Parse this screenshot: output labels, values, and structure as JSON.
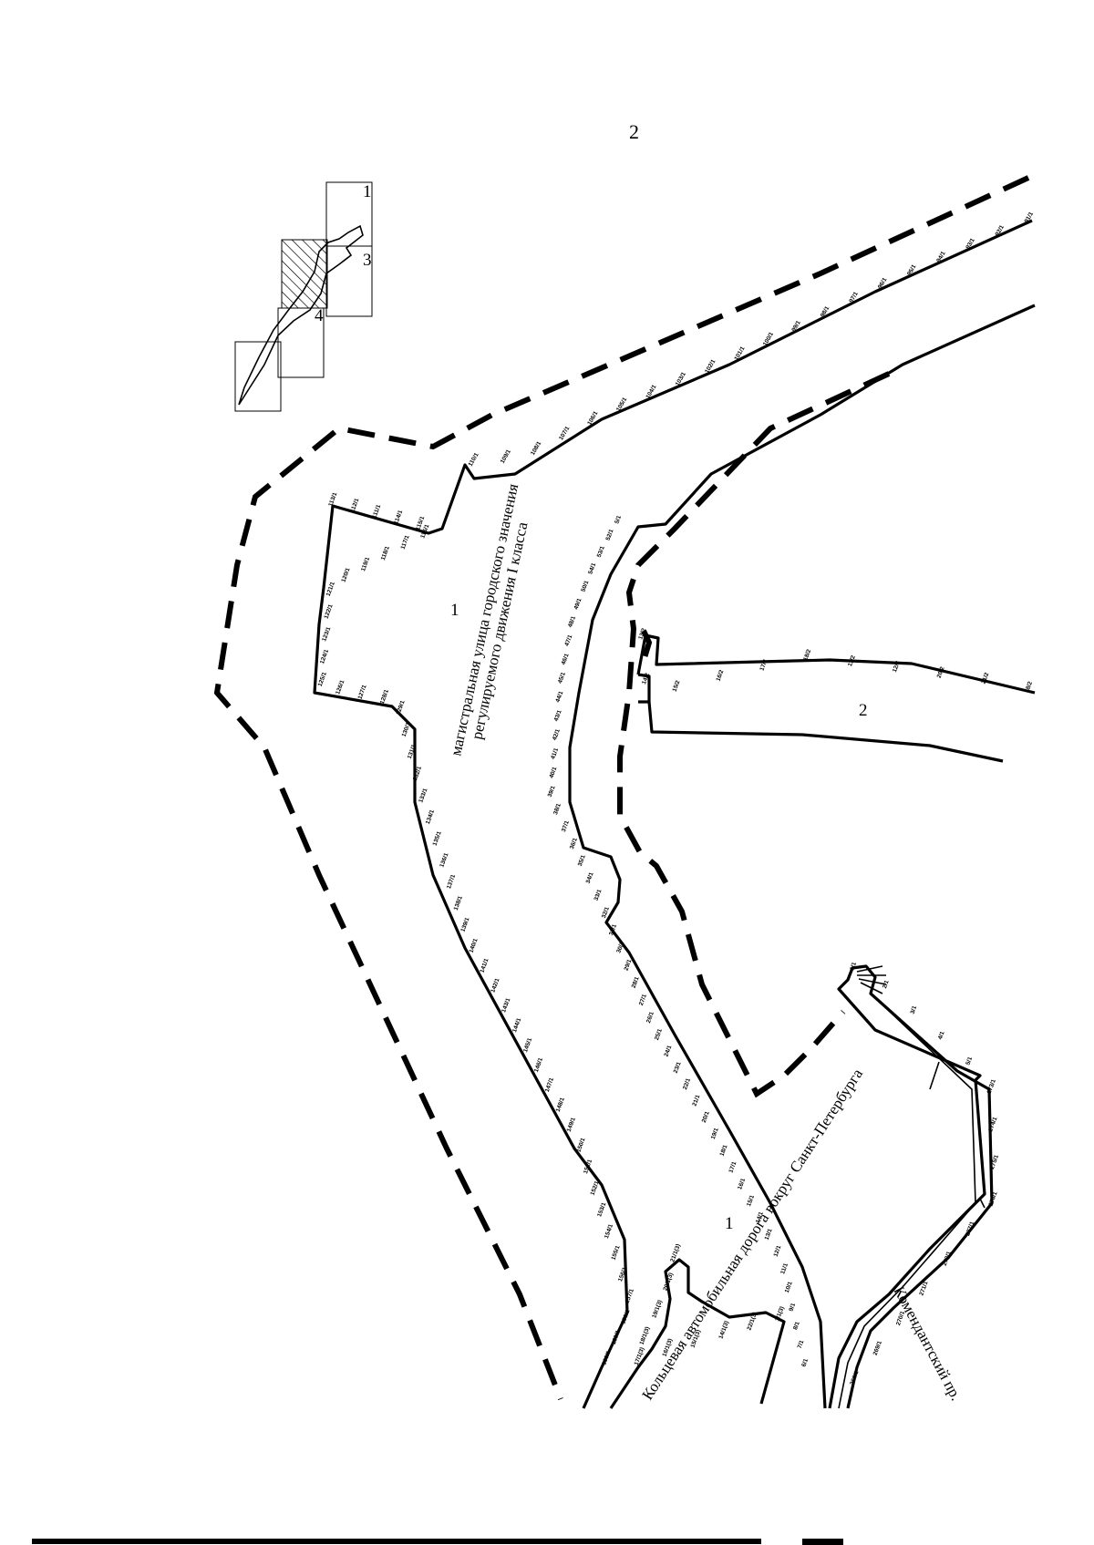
{
  "page": {
    "number": "2"
  },
  "index_map": {
    "sheet_labels": [
      "1",
      "3",
      "4"
    ]
  },
  "zones": [
    {
      "id": "zone-1-north",
      "label": "1"
    },
    {
      "id": "zone-2-east",
      "label": "2"
    },
    {
      "id": "zone-1-south",
      "label": "1"
    }
  ],
  "streets": {
    "arterial_line1": "магистральная улица городского значения",
    "arterial_line2": "регулируемого движения I класса",
    "ring_road": "Кольцевая автомобильная дорога вокруг Санкт-Петербурга",
    "komendantsky": "Комендантский пр."
  },
  "point_labels": {
    "left_edge": [
      "113/1",
      "112/1",
      "111/1",
      "114/1",
      "115/1",
      "116/1",
      "117/1",
      "118/1",
      "119/1",
      "120/1",
      "121/1",
      "122/1",
      "123/1",
      "124/1",
      "125/1",
      "126/1",
      "127/1",
      "128/1",
      "129/1",
      "130/1",
      "131/1",
      "132/1",
      "133/1",
      "134/1",
      "135/1",
      "136/1",
      "137/1",
      "138/1",
      "139/1",
      "140/1",
      "141/1",
      "142/1",
      "143/1",
      "144/1",
      "145/1",
      "146/1",
      "147/1",
      "148/1",
      "149/1",
      "150/1",
      "151/1",
      "152/1",
      "153/1",
      "154/1",
      "155/1",
      "156/1",
      "157/1",
      "158/1",
      "159/1",
      "160/1"
    ],
    "top_edge": [
      "110/1",
      "109/1",
      "108/1",
      "107/1",
      "106/1",
      "105/1",
      "104/1",
      "103/1",
      "102/1",
      "101/1",
      "100/1",
      "99/1",
      "98/1",
      "97/1",
      "96/1",
      "95/1",
      "94/1",
      "93/1",
      "92/1",
      "91/1"
    ],
    "inner_edge": [
      "5/1",
      "52/1",
      "53/1",
      "54/1",
      "50/1",
      "49/1",
      "48/1",
      "47/1",
      "46/1",
      "45/1",
      "44/1",
      "43/1",
      "42/1",
      "41/1",
      "40/1",
      "39/1",
      "38/1",
      "37/1",
      "36/1",
      "35/1",
      "34/1",
      "33/1",
      "32/1",
      "31/1",
      "30/1",
      "29/1",
      "28/1",
      "27/1",
      "26/1",
      "25/1",
      "24/1",
      "23/1",
      "22/1",
      "21/1",
      "20/1",
      "19/1",
      "18/1",
      "17/1",
      "16/1",
      "15/1",
      "14/1",
      "13/1",
      "12/1",
      "11/1",
      "10/1",
      "9/1",
      "8/1",
      "7/1",
      "6/1"
    ],
    "branch_east": [
      "13/2",
      "14/2",
      "15/2",
      "16/2",
      "17/2",
      "18/2",
      "11/2",
      "12/2",
      "20/2",
      "21/2",
      "8/2"
    ],
    "ring_segment": [
      "21/1(3)",
      "20/1(3)",
      "19/1(3)",
      "18/1(3)",
      "17/1(3)",
      "16/1(3)",
      "15/1(3)",
      "14/1(3)",
      "22/1(3)",
      "1/1(3)"
    ],
    "southeast_strip": [
      "1/1",
      "2/1",
      "3/1",
      "4/1",
      "5/1",
      "273/1",
      "274/1",
      "275/1",
      "276/1",
      "277/1",
      "272/1",
      "271/1",
      "270/1",
      "269/1",
      "268/1"
    ]
  },
  "colors": {
    "ink": "#000000",
    "hatch": "#000000",
    "paper": "#ffffff"
  }
}
